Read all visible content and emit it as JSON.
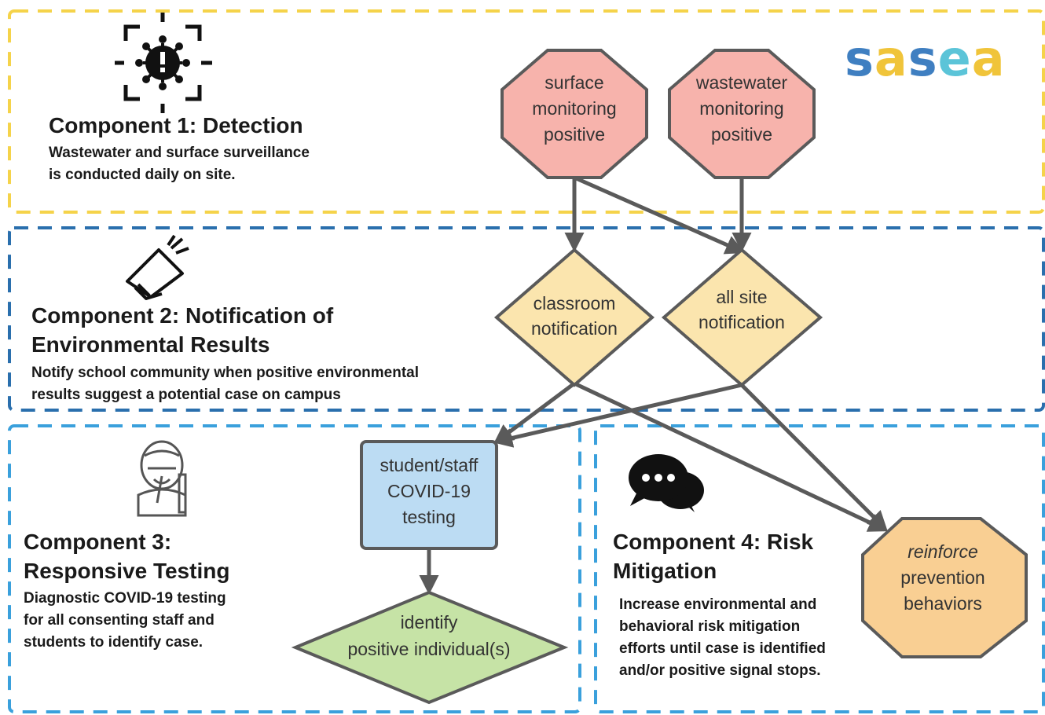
{
  "logo": {
    "letters": [
      {
        "char": "s",
        "color": "#3f7fc1"
      },
      {
        "char": "a",
        "color": "#f0c43a"
      },
      {
        "char": "s",
        "color": "#3f7fc1"
      },
      {
        "char": "e",
        "color": "#5bc4d8"
      },
      {
        "char": "a",
        "color": "#f0c43a"
      }
    ]
  },
  "components": {
    "c1": {
      "title": "Component 1: Detection",
      "desc": [
        "Wastewater and surface surveillance",
        "is conducted daily on site."
      ],
      "icon": "virus-detection-icon",
      "border_color": "#f5d34a"
    },
    "c2": {
      "title": [
        "Component 2: Notification of",
        "Environmental Results"
      ],
      "desc": [
        "Notify school community when positive environmental",
        "results suggest a potential case on campus"
      ],
      "icon": "megaphone-icon",
      "border_color": "#2a6fad"
    },
    "c3": {
      "title": [
        "Component 3:",
        "Responsive Testing"
      ],
      "desc": [
        "Diagnostic COVID-19 testing",
        "for all consenting staff and",
        "students to identify case."
      ],
      "icon": "nasal-swab-icon",
      "border_color": "#3aa0dc"
    },
    "c4": {
      "title": [
        "Component 4: Risk",
        "Mitigation"
      ],
      "desc": [
        "Increase environmental and",
        "behavioral risk mitigation",
        "efforts until case is identified",
        "and/or positive signal stops."
      ],
      "icon": "chat-bubbles-icon",
      "border_color": "#3aa0dc"
    }
  },
  "nodes": {
    "surface": {
      "lines": [
        "surface",
        "monitoring",
        "positive"
      ],
      "fill": "#f7b3ac",
      "shape": "octagon"
    },
    "wastewater": {
      "lines": [
        "wastewater",
        "monitoring",
        "positive"
      ],
      "fill": "#f7b3ac",
      "shape": "octagon"
    },
    "classroom": {
      "lines": [
        "classroom",
        "notification"
      ],
      "fill": "#fbe5ae",
      "shape": "diamond"
    },
    "allsite": {
      "lines": [
        "all site",
        "notification"
      ],
      "fill": "#fbe5ae",
      "shape": "diamond"
    },
    "testing": {
      "lines": [
        "student/staff",
        "COVID-19",
        "testing"
      ],
      "fill": "#bcdcf3",
      "shape": "rectangle"
    },
    "identify": {
      "lines": [
        "identify",
        "positive individual(s)"
      ],
      "fill": "#c6e3a6",
      "shape": "diamond"
    },
    "reinforce": {
      "lines": [
        "reinforce",
        "prevention",
        "behaviors"
      ],
      "fill": "#f9cf93",
      "shape": "octagon",
      "italic_first_line": true
    }
  },
  "colors": {
    "node_stroke": "#5a5a5a",
    "arrow": "#5a5a5a",
    "text": "#1a1a1a"
  }
}
